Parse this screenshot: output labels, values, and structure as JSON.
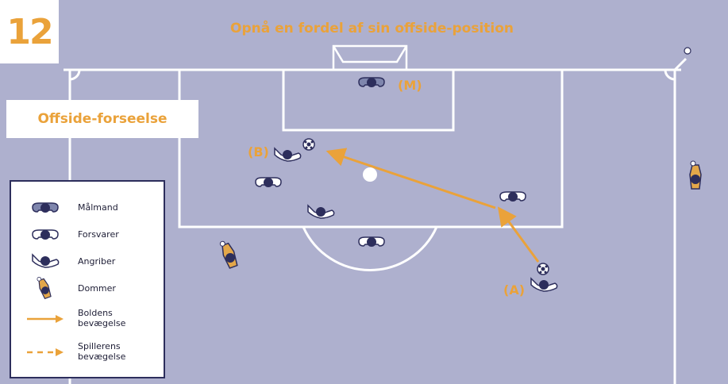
{
  "scenario_number": "12",
  "title": "Opnå en fordel af sin offside-position",
  "subtitle_box": "Offside-forseelse",
  "players": {
    "goalkeeper_label": "(M)",
    "attacker_b_label": "(B)",
    "attacker_a_label": "(A)"
  },
  "legend": {
    "goalkeeper": "Målmand",
    "defender": "Forsvarer",
    "attacker": "Angriber",
    "referee": "Dommer",
    "ball_movement": "Boldens bevægelse",
    "player_movement": "Spillerens bevægelse"
  },
  "colors": {
    "pitch": "#aeb0ce",
    "lines": "#ffffff",
    "accent": "#eaa23a",
    "navy": "#2d2e5c"
  }
}
